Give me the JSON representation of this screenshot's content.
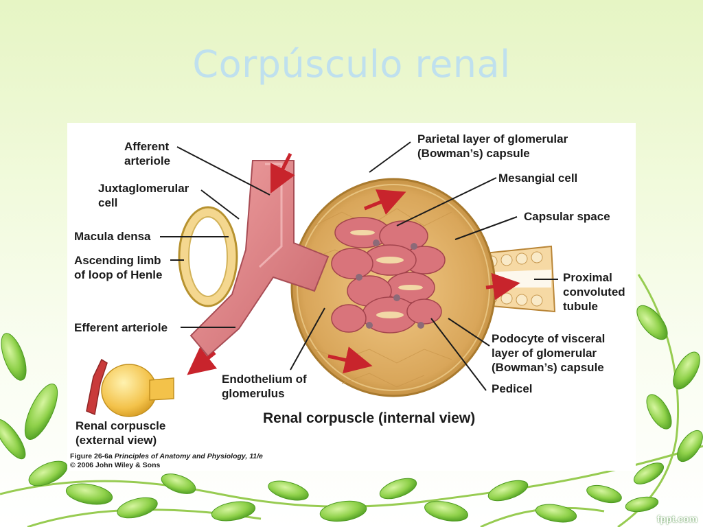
{
  "slide": {
    "title": "Corpúsculo renal",
    "watermark": "fppt.com"
  },
  "figure": {
    "labels": {
      "afferent_arteriole": "Afferent\narteriole",
      "juxtaglomerular_cell": "Juxtaglomerular\ncell",
      "macula_densa": "Macula densa",
      "ascending_limb": "Ascending limb\nof loop of Henle",
      "efferent_arteriole": "Efferent arteriole",
      "parietal_layer": "Parietal layer of glomerular\n(Bowman’s) capsule",
      "mesangial_cell": "Mesangial cell",
      "capsular_space": "Capsular space",
      "proximal_tubule": "Proximal\nconvoluted\ntubule",
      "podocyte": "Podocyte of visceral\nlayer of  glomerular\n(Bowman’s) capsule",
      "pedicel": "Pedicel",
      "endothelium": "Endothelium of\nglomerulus"
    },
    "captions": {
      "main": "Renal corpuscle (internal view)",
      "external": "Renal corpuscle\n(external view)"
    },
    "credit": {
      "figure": "Figure 26-6a",
      "book": "Principles of Anatomy and Physiology, 11/e",
      "copyright": "© 2006 John Wiley & Sons"
    }
  },
  "colors": {
    "background": "#eef8d6",
    "title": "#bfe0ee",
    "capsule": "#d9a65a",
    "vessel": "#dc7f82",
    "leaf": "#8cd04a",
    "arrow": "#c8242c"
  }
}
